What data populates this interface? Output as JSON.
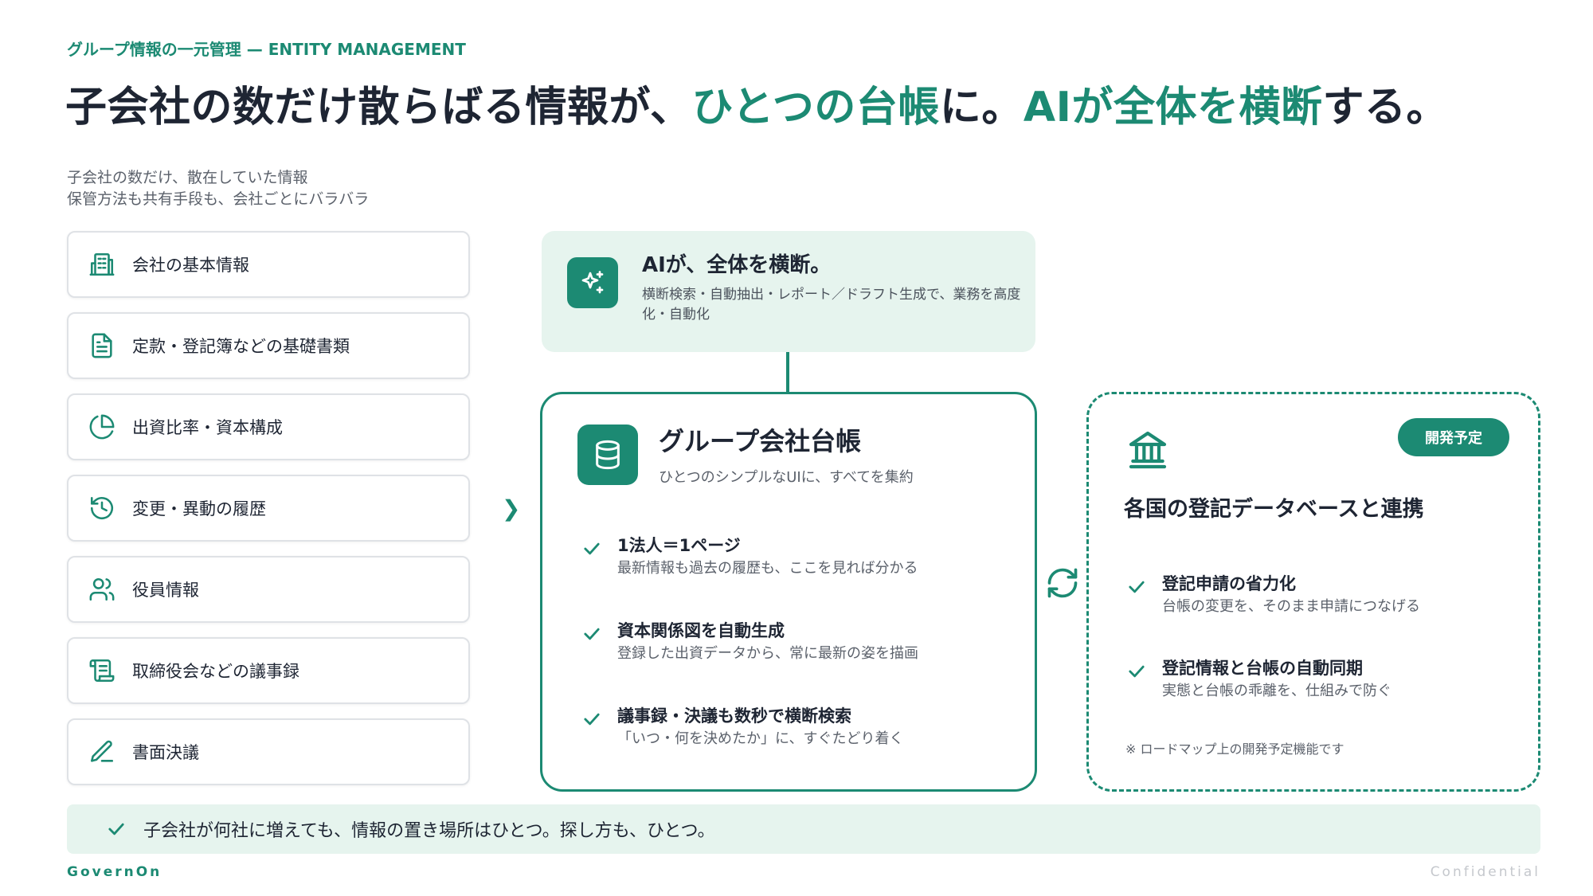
{
  "eyebrow": "グループ情報の一元管理 — ENTITY MANAGEMENT",
  "headline": {
    "part1": "子会社の数だけ散らばる情報が、",
    "accent1": "ひとつの台帳",
    "part2": "に。",
    "accent2": "AIが全体を横断",
    "part3": "する。"
  },
  "intro": {
    "line1": "子会社の数だけ、散在していた情報",
    "line2": "保管方法も共有手段も、会社ごとにバラバラ"
  },
  "scattered_items": [
    {
      "label": "会社の基本情報",
      "icon": "building-icon"
    },
    {
      "label": "定款・登記簿などの基礎書類",
      "icon": "document-icon"
    },
    {
      "label": "出資比率・資本構成",
      "icon": "pie-chart-icon"
    },
    {
      "label": "変更・異動の履歴",
      "icon": "history-icon"
    },
    {
      "label": "役員情報",
      "icon": "users-icon"
    },
    {
      "label": "取締役会などの議事録",
      "icon": "scroll-icon"
    },
    {
      "label": "書面決議",
      "icon": "pen-icon"
    }
  ],
  "ai": {
    "title": "AIが、全体を横断。",
    "description": "横断検索・自動抽出・レポート／ドラフト生成で、業務を高度化・自動化",
    "icon": "sparkles-icon"
  },
  "ledger": {
    "title": "グループ会社台帳",
    "subtitle": "ひとつのシンプルなUIに、すべてを集約",
    "icon": "database-icon",
    "features": [
      {
        "title": "1法人＝1ページ",
        "desc": "最新情報も過去の履歴も、ここを見れば分かる"
      },
      {
        "title": "資本関係図を自動生成",
        "desc": "登録した出資データから、常に最新の姿を描画"
      },
      {
        "title": "議事録・決議も数秒で横断検索",
        "desc": "「いつ・何を決めたか」に、すぐたどり着く"
      }
    ]
  },
  "planned": {
    "badge": "開発予定",
    "title": "各国の登記データベースと連携",
    "icon": "bank-icon",
    "features": [
      {
        "title": "登記申請の省力化",
        "desc": "台帳の変更を、そのまま申請につなげる"
      },
      {
        "title": "登記情報と台帳の自動同期",
        "desc": "実態と台帳の乖離を、仕組みで防ぐ"
      }
    ],
    "note": "※ ロードマップ上の開発予定機能です"
  },
  "bottom": "子会社が何社に増えても、情報の置き場所はひとつ。探し方も、ひとつ。",
  "brand": "GovernOn",
  "confidential": "Confidential",
  "colors": {
    "accent": "#1c8a73",
    "accent_light": "#e6f4ee",
    "text": "#1e2533",
    "muted": "#5b616b"
  }
}
